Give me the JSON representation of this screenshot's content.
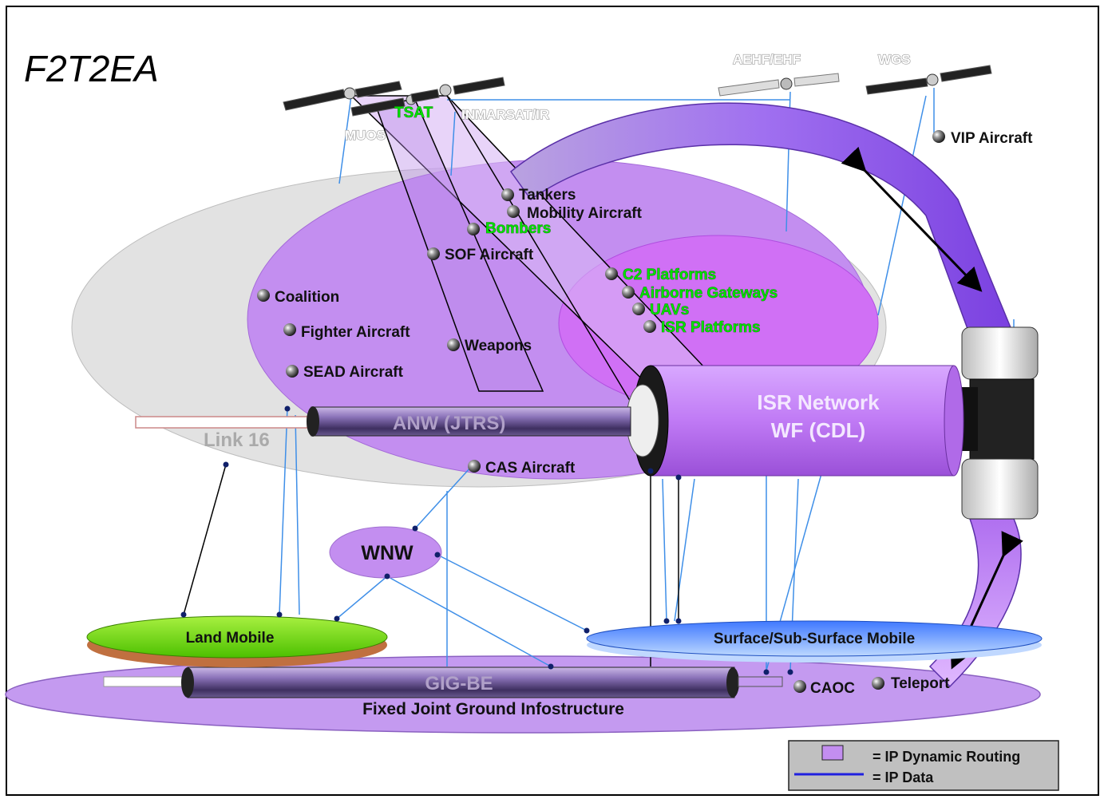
{
  "title": "F2T2EA",
  "satellites": {
    "muos": "MUOS",
    "tsat": "TSAT",
    "inmarsat": "INMARSAT/IR",
    "aehf": "AEHF/EHF",
    "wgs": "WGS"
  },
  "nodes": {
    "vip_aircraft": "VIP Aircraft",
    "tankers": "Tankers",
    "mobility_aircraft": "Mobility Aircraft",
    "bombers": "Bombers",
    "sof_aircraft": "SOF Aircraft",
    "coalition": "Coalition",
    "fighter_aircraft": "Fighter Aircraft",
    "weapons": "Weapons",
    "sead_aircraft": "SEAD Aircraft",
    "c2_platforms": "C2 Platforms",
    "airborne_gateways": "Airborne Gateways",
    "uavs": "UAVs",
    "isr_platforms": "ISR Platforms",
    "cas_aircraft": "CAS Aircraft",
    "caoc": "CAOC",
    "teleport": "Teleport"
  },
  "networks": {
    "anw": "ANW (JTRS)",
    "link16": "Link 16",
    "isr_network_line1": "ISR Network",
    "isr_network_line2": "WF (CDL)",
    "wnw": "WNW",
    "land_mobile": "Land Mobile",
    "surface_mobile": "Surface/Sub-Surface Mobile",
    "gig_be": "GIG-BE",
    "fixed_ground": "Fixed Joint Ground Infostructure"
  },
  "legend": {
    "routing": "= IP Dynamic Routing",
    "data": "= IP Data"
  },
  "colors": {
    "purple": "#c38ef0",
    "magenta": "#d070f5",
    "gray_ellipse": "#e2e2e2",
    "link_blue": "#3f8fe8",
    "land_green": "#88e020",
    "surface_blue": "#4f8fff",
    "node_label_green": "#00e000"
  }
}
